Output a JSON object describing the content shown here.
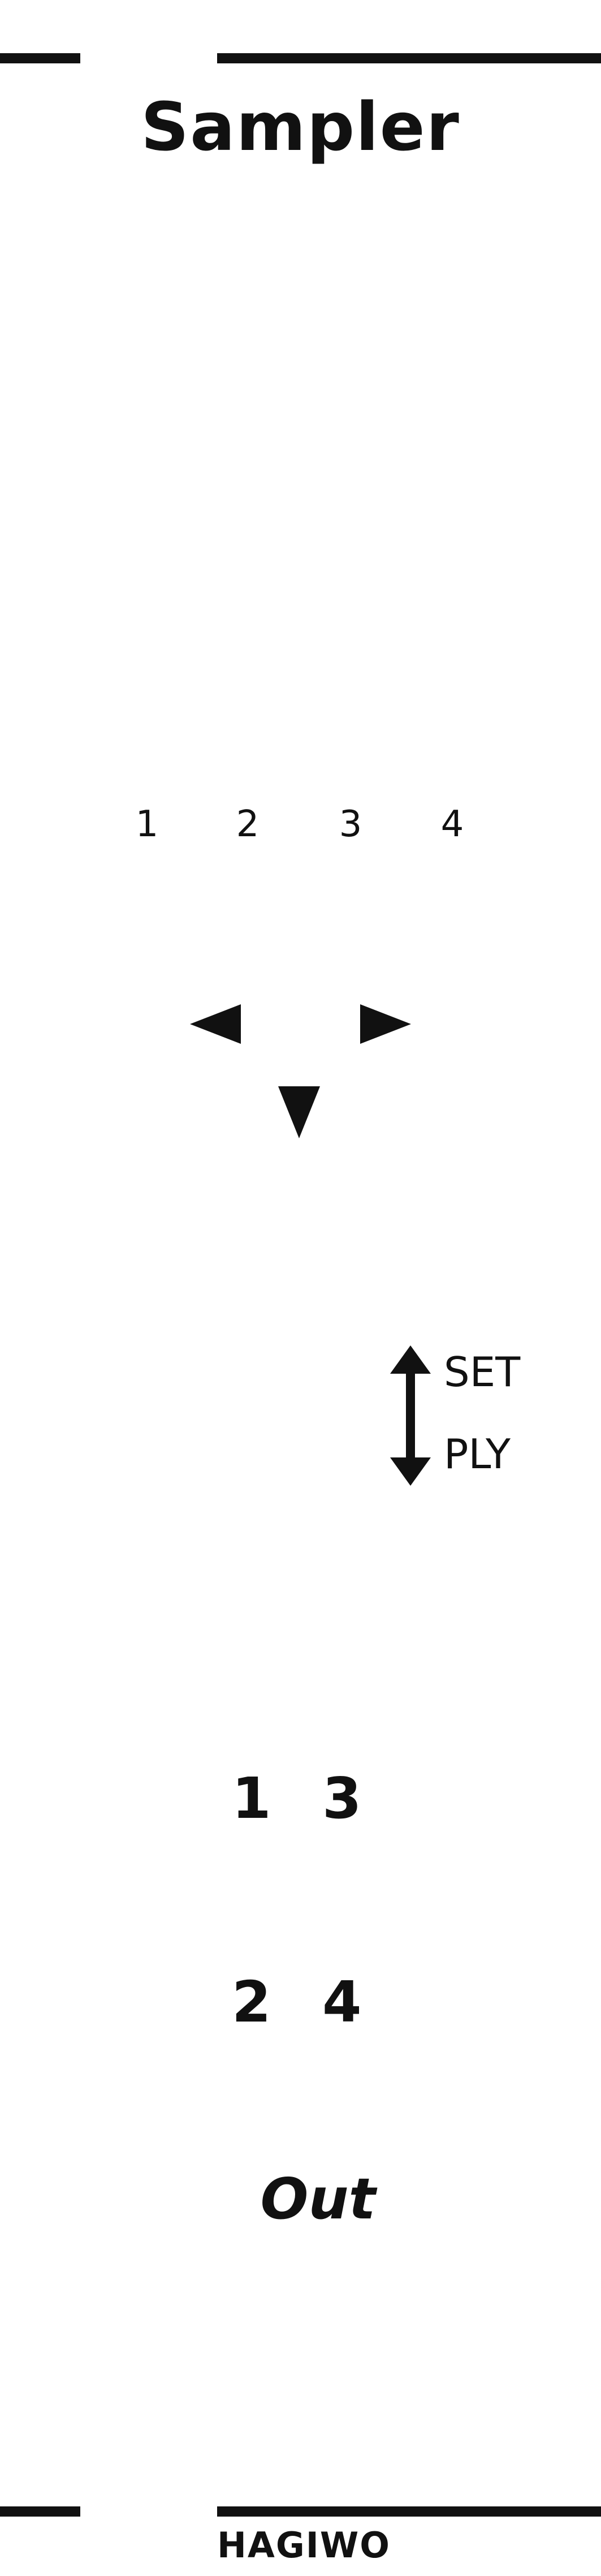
{
  "title": "Sampler",
  "slots": [
    "1",
    "2",
    "3",
    "4"
  ],
  "icons": {
    "left": "triangle-left-icon",
    "right": "triangle-right-icon",
    "down": "triangle-down-icon",
    "updown": "double-arrow-vertical-icon"
  },
  "mode_switch": {
    "top_label": "SET",
    "bottom_label": "PLY"
  },
  "outputs": {
    "o1": "1",
    "o2": "2",
    "o3": "3",
    "o4": "4",
    "out_label": "Out"
  },
  "brand": "HAGIWO",
  "colors": {
    "ink": "#111111",
    "background": "#ffffff"
  }
}
